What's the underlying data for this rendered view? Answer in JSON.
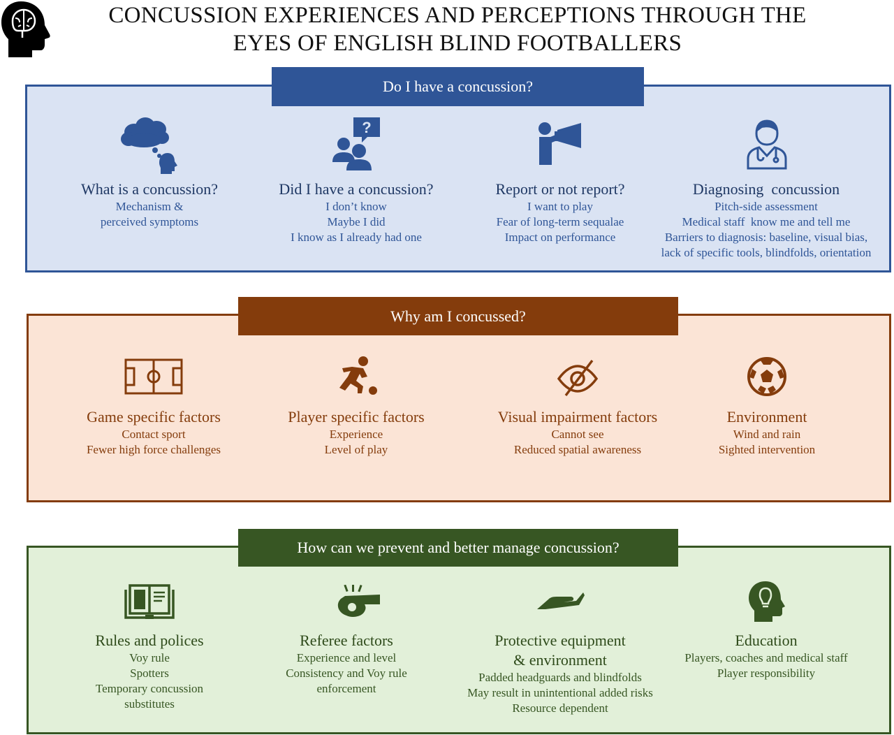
{
  "title": {
    "line1": "CONCUSSION EXPERIENCES AND PERCEPTIONS THROUGH THE",
    "line2": "EYES OF ENGLISH BLIND FOOTBALLERS"
  },
  "colors": {
    "blue": "#2f5597",
    "blue_bg": "#dae3f3",
    "rust": "#843c0c",
    "rust_bg": "#fbe4d6",
    "green": "#375623",
    "green_bg": "#e2f0d9"
  },
  "sections": {
    "s1": {
      "label": "Do I have a concussion?",
      "items": [
        {
          "icon": "thought-cloud-head-icon",
          "heading": "What is a concussion?",
          "lines": [
            "Mechanism &",
            "perceived symptoms"
          ]
        },
        {
          "icon": "people-question-icon",
          "heading": "Did I have a concussion?",
          "lines": [
            "I don’t know",
            "Maybe I did",
            "I know as I already had one"
          ]
        },
        {
          "icon": "person-megaphone-icon",
          "heading": "Report or not report?",
          "lines": [
            "I want to play",
            "Fear of long-term sequalae",
            "Impact on performance"
          ]
        },
        {
          "icon": "doctor-stethoscope-icon",
          "heading": "Diagnosing  concussion",
          "lines": [
            "Pitch-side assessment",
            "Medical staff  know me and tell me",
            "Barriers to diagnosis: baseline, visual bias,",
            "lack of specific tools, blindfolds, orientation"
          ]
        }
      ]
    },
    "s2": {
      "label": "Why am I concussed?",
      "items": [
        {
          "icon": "football-pitch-icon",
          "heading": "Game specific factors",
          "lines": [
            "Contact sport",
            "Fewer high force challenges"
          ]
        },
        {
          "icon": "player-kicking-icon",
          "heading": "Player specific factors",
          "lines": [
            "Experience",
            "Level of play"
          ]
        },
        {
          "icon": "eye-slash-icon",
          "heading": "Visual impairment factors",
          "lines": [
            "Cannot see",
            "Reduced spatial awareness"
          ]
        },
        {
          "icon": "soccer-ball-icon",
          "heading": "Environment",
          "lines": [
            "Wind and rain",
            "Sighted intervention"
          ]
        }
      ]
    },
    "s3": {
      "label": "How can we prevent and better manage concussion?",
      "items": [
        {
          "icon": "open-book-icon",
          "heading": "Rules and polices",
          "lines": [
            "Voy rule",
            "Spotters",
            "Temporary concussion",
            "substitutes"
          ]
        },
        {
          "icon": "whistle-icon",
          "heading": "Referee factors",
          "lines": [
            "Experience and level",
            "Consistency and Voy rule",
            "enforcement"
          ]
        },
        {
          "icon": "protective-hand-icon",
          "heading": [
            "Protective equipment",
            "& environment"
          ],
          "lines": [
            "Padded headguards and blindfolds",
            "May result in unintentional added risks",
            "Resource dependent"
          ]
        },
        {
          "icon": "head-lightbulb-icon",
          "heading": "Education",
          "lines": [
            "Players, coaches and medical staff",
            "Player responsibility"
          ]
        }
      ]
    }
  }
}
